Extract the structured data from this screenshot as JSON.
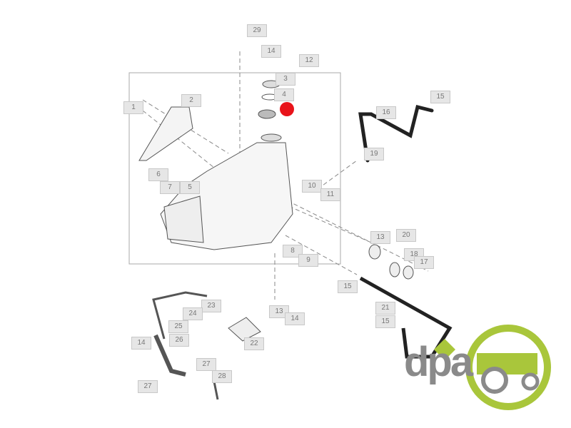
{
  "labels": [
    "29",
    "14",
    "12",
    "3",
    "4",
    "1",
    "2",
    "6",
    "7",
    "5",
    "10",
    "11",
    "8",
    "9",
    "16",
    "15",
    "19",
    "13",
    "20",
    "18",
    "17",
    "15",
    "21",
    "15",
    "13",
    "14",
    "23",
    "24",
    "25",
    "14",
    "26",
    "22",
    "27",
    "28",
    "27"
  ],
  "logo": {
    "text": "dpa",
    "colors": {
      "green": "#a9c63b",
      "gray": "#8a8a8a"
    }
  },
  "highlight_color": "#e8131a"
}
